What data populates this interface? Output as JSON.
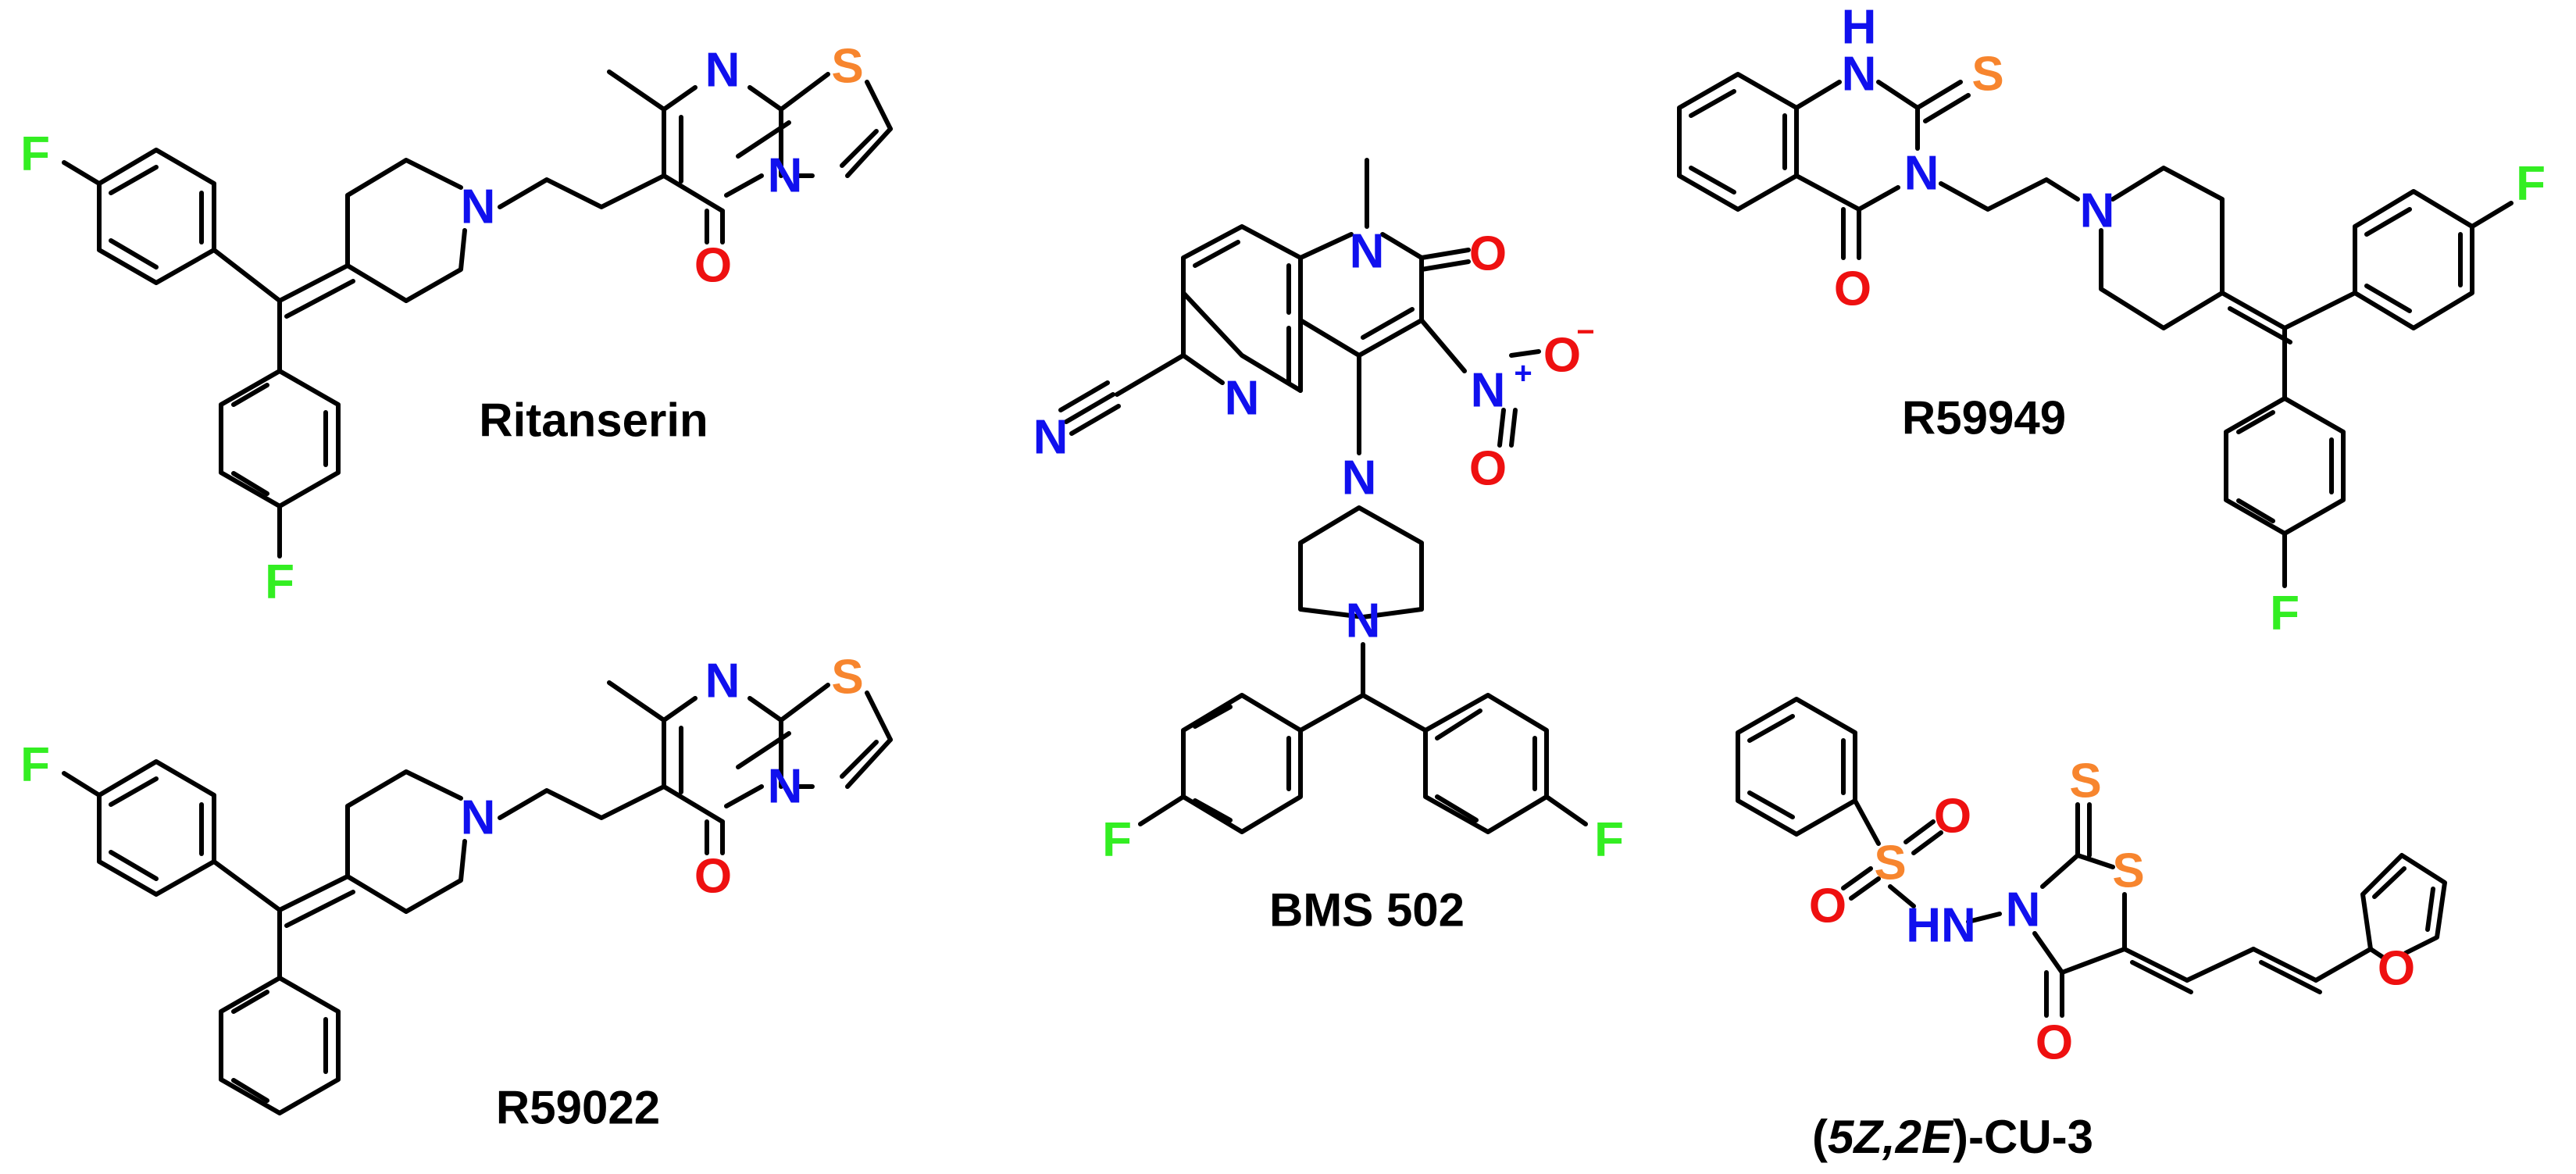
{
  "colors": {
    "bond": "#000000",
    "F": "#33ee22",
    "N": "#1010ee",
    "O": "#ee1010",
    "S": "#f7852e",
    "caption": "#000000"
  },
  "atoms": {
    "F": "F",
    "N": "N",
    "O": "O",
    "S": "S",
    "NH": "NH",
    "HN": "HN",
    "H": "H",
    "plus": "+",
    "minus": "−"
  },
  "compounds": [
    {
      "id": "ritanserin",
      "label": "Ritanserin"
    },
    {
      "id": "r59022",
      "label": "R59022"
    },
    {
      "id": "bms502",
      "label": "BMS 502"
    },
    {
      "id": "r59949",
      "label": "R59949"
    },
    {
      "id": "cu3",
      "label_open": "(",
      "label_italic": "5Z,2E",
      "label_rest": ")-CU-3"
    }
  ]
}
